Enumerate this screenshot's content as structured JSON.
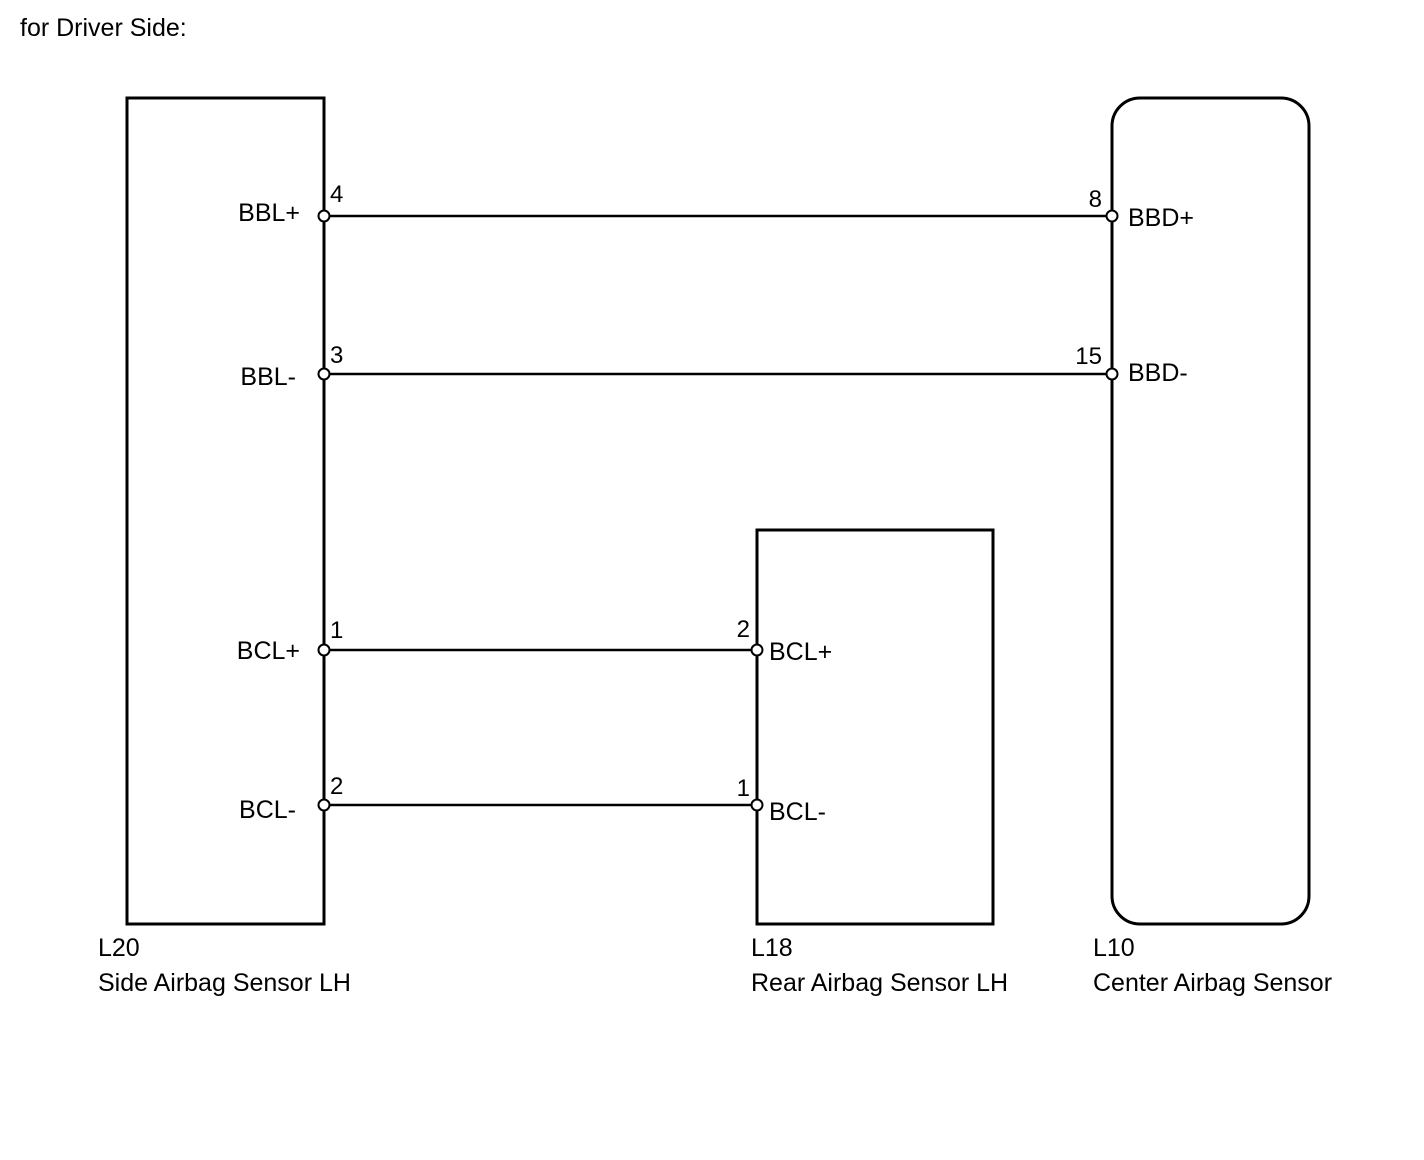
{
  "heading": "for Driver Side:",
  "connectors": {
    "l20": {
      "code": "L20",
      "name": "Side Airbag Sensor LH"
    },
    "l18": {
      "code": "L18",
      "name": "Rear Airbag Sensor LH"
    },
    "l10": {
      "code": "L10",
      "name": "Center Airbag Sensor"
    }
  },
  "wires": [
    {
      "from_pin": "4",
      "from_signal": "BBL+",
      "to_pin": "8",
      "to_signal": "BBD+"
    },
    {
      "from_pin": "3",
      "from_signal": "BBL-",
      "to_pin": "15",
      "to_signal": "BBD-"
    },
    {
      "from_pin": "1",
      "from_signal": "BCL+",
      "to_pin": "2",
      "to_signal": "BCL+"
    },
    {
      "from_pin": "2",
      "from_signal": "BCL-",
      "to_pin": "1",
      "to_signal": "BCL-"
    }
  ]
}
